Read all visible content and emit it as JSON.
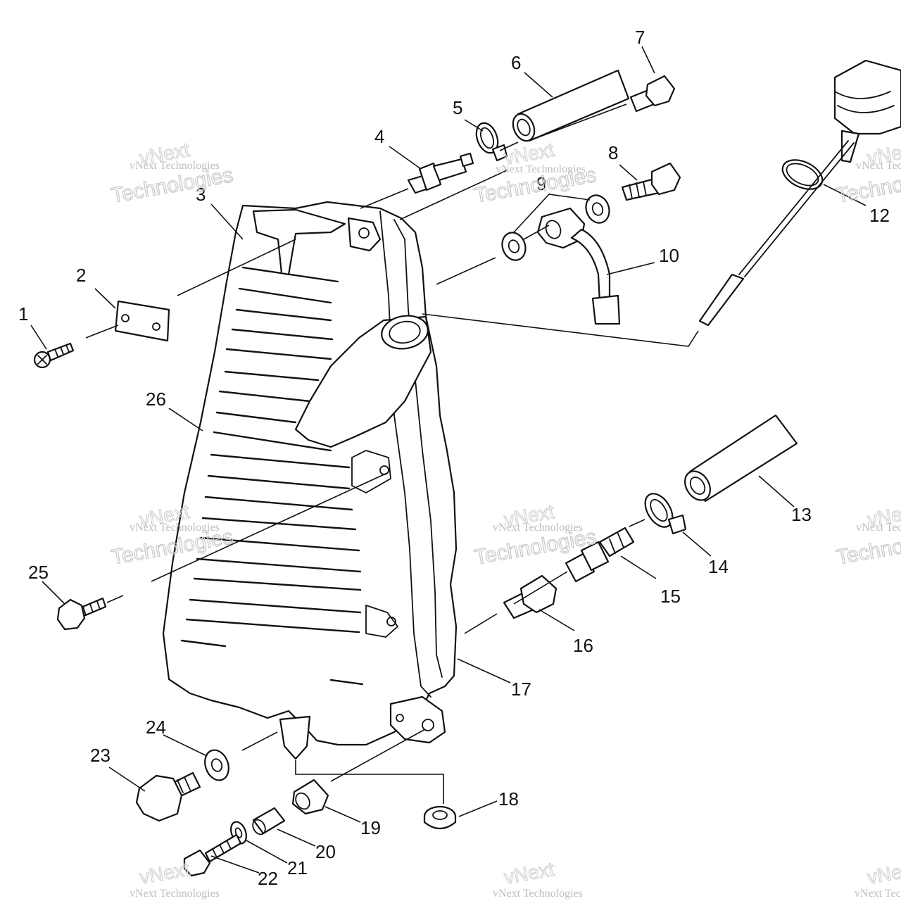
{
  "diagram": {
    "callouts": [
      "1",
      "2",
      "3",
      "4",
      "5",
      "6",
      "7",
      "8",
      "9",
      "10",
      "12",
      "13",
      "14",
      "15",
      "16",
      "17",
      "18",
      "19",
      "20",
      "21",
      "22",
      "23",
      "24",
      "25",
      "26"
    ]
  },
  "watermark": {
    "brand_small": "vNext Technologies",
    "brand_top": "vNext",
    "brand_bottom": "Technologies"
  }
}
